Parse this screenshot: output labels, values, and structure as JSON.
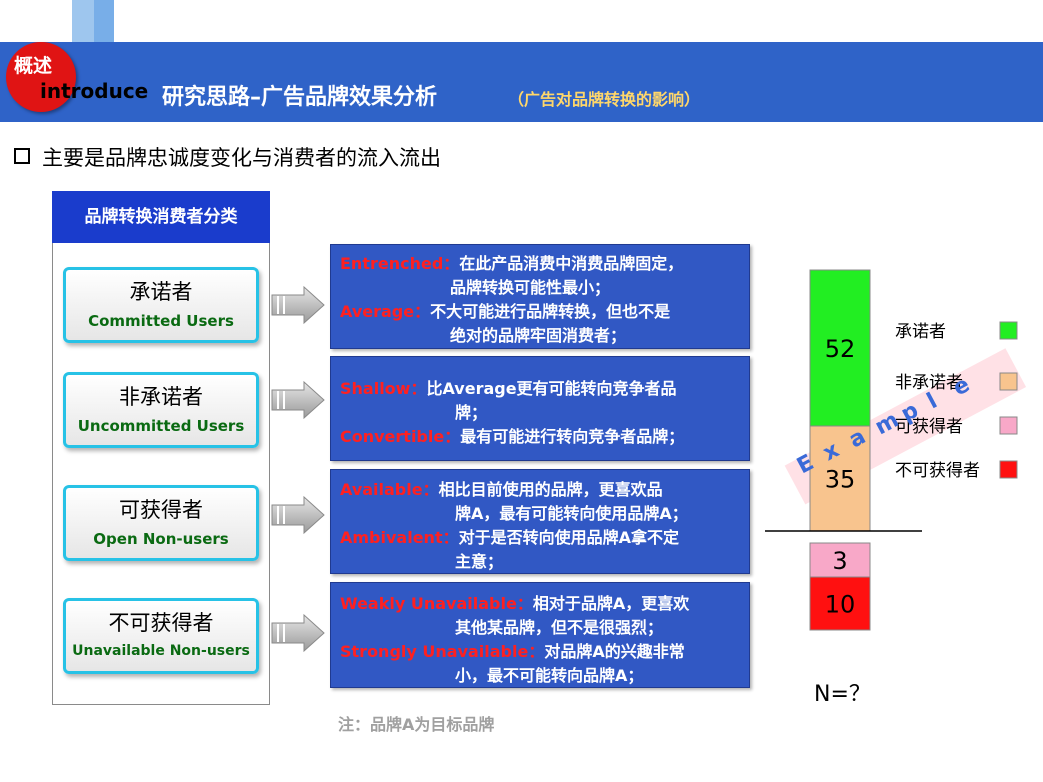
{
  "header": {
    "badge": "概述",
    "intro": "introduce",
    "title": "研究思路–广告品牌效果分析",
    "subtitle": "（广告对品牌转换的影响）"
  },
  "bullet": "主要是品牌忠诚度变化与消费者的流入流出",
  "panel": {
    "title": "品牌转换消费者分类",
    "categories": [
      {
        "cn": "承诺者",
        "en": "Committed Users"
      },
      {
        "cn": "非承诺者",
        "en": "Uncommitted Users"
      },
      {
        "cn": "可获得者",
        "en": "Open Non-users"
      },
      {
        "cn": "不可获得者",
        "en": "Unavailable Non-users"
      }
    ]
  },
  "descriptions": [
    {
      "lines": [
        {
          "label": "Entrenched：",
          "text": "在此产品消费中消费品牌固定，"
        },
        {
          "label": "",
          "text": "品牌转换可能性最小；"
        },
        {
          "label": "Average：",
          "text": "不大可能进行品牌转换，但也不是"
        },
        {
          "label": "",
          "text": "绝对的品牌牢固消费者；"
        }
      ]
    },
    {
      "lines": [
        {
          "label": "Shallow：",
          "text": "比Average更有可能转向竞争者品"
        },
        {
          "label": "",
          "text": "牌；"
        },
        {
          "label": "Convertible：",
          "text": "最有可能进行转向竞争者品牌；"
        }
      ]
    },
    {
      "lines": [
        {
          "label": "Available：",
          "text": "相比目前使用的品牌，更喜欢品"
        },
        {
          "label": "",
          "text": "牌A，最有可能转向使用品牌A；"
        },
        {
          "label": "Ambivalent：",
          "text": "对于是否转向使用品牌A拿不定"
        },
        {
          "label": "",
          "text": "主意；"
        }
      ]
    },
    {
      "lines": [
        {
          "label": "Weakly Unavailable：",
          "text": "相对于品牌A，更喜欢"
        },
        {
          "label": "",
          "text": "其他某品牌，但不是很强烈；"
        },
        {
          "label": "Strongly Unavailable：",
          "text": "对品牌A的兴趣非常"
        },
        {
          "label": "",
          "text": "小，最不可能转向品牌A；"
        }
      ]
    }
  ],
  "note": "注：品牌A为目标品牌",
  "chart_data": {
    "type": "bar",
    "stacked": true,
    "segments": [
      {
        "name": "承诺者",
        "value": 52,
        "color": "#22ee22",
        "group": "users"
      },
      {
        "name": "非承诺者",
        "value": 35,
        "color": "#f8c48e",
        "group": "users"
      },
      {
        "name": "可获得者",
        "value": 3,
        "color": "#f8a8c8",
        "group": "non-users"
      },
      {
        "name": "不可获得者",
        "value": 10,
        "color": "#ff1010",
        "group": "non-users"
      }
    ],
    "n_label": "N=？",
    "watermark": "Example",
    "legend_position": "right"
  }
}
